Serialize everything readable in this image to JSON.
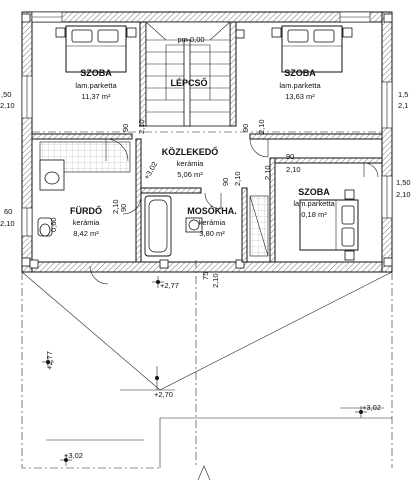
{
  "rooms": {
    "room_nw": {
      "name": "SZOBA",
      "floor": "lam.parketta",
      "area": "11,37 m²"
    },
    "room_ne": {
      "name": "SZOBA",
      "floor": "lam.parketta",
      "area": "13,63 m²"
    },
    "stair": {
      "name": "LÉPCSŐ",
      "level": "pm 0,00"
    },
    "hall": {
      "name": "KÖZLEKEDŐ",
      "floor": "kerámia",
      "area": "5,06 m²"
    },
    "bath": {
      "name": "FÜRDŐ",
      "floor": "kerámia",
      "area": "8,42 m²"
    },
    "laundry": {
      "name": "MOSÓKHA.",
      "floor": "kerámia",
      "area": "3,80 m²"
    },
    "room_se": {
      "name": "SZOBA",
      "floor": "lam.parketta",
      "area": "0,18 m²"
    }
  },
  "dimensions": {
    "left_upper_a": ",50",
    "left_upper_b": "2,10",
    "left_lower_a": "60",
    "left_lower_b": "2,10",
    "right_upper_a": "1,5",
    "right_upper_b": "2,1",
    "right_lower_a": "1,50",
    "right_lower_b": "2,10",
    "door_90_left": "90",
    "door_210_left": "2,10",
    "door_90_mid": "90",
    "door_210_mid": "2,10",
    "door_90_right": "90",
    "door_210_right": "2,10",
    "door_210_rb": "2,10",
    "hall_corner": "+3,02",
    "bath_door_90": "90",
    "bath_door_210": "2,10",
    "bath_window": "0,60",
    "laundry_door_90": "90",
    "laundry_door_210": "2,10",
    "lower_75": "75",
    "lower_210": "2,10"
  },
  "levels": {
    "level_277_top": "+2,77",
    "level_277_side": "+2,77",
    "level_270": "+2,70",
    "level_302_right": "+3,02",
    "level_302_bottom": "+3,02"
  }
}
